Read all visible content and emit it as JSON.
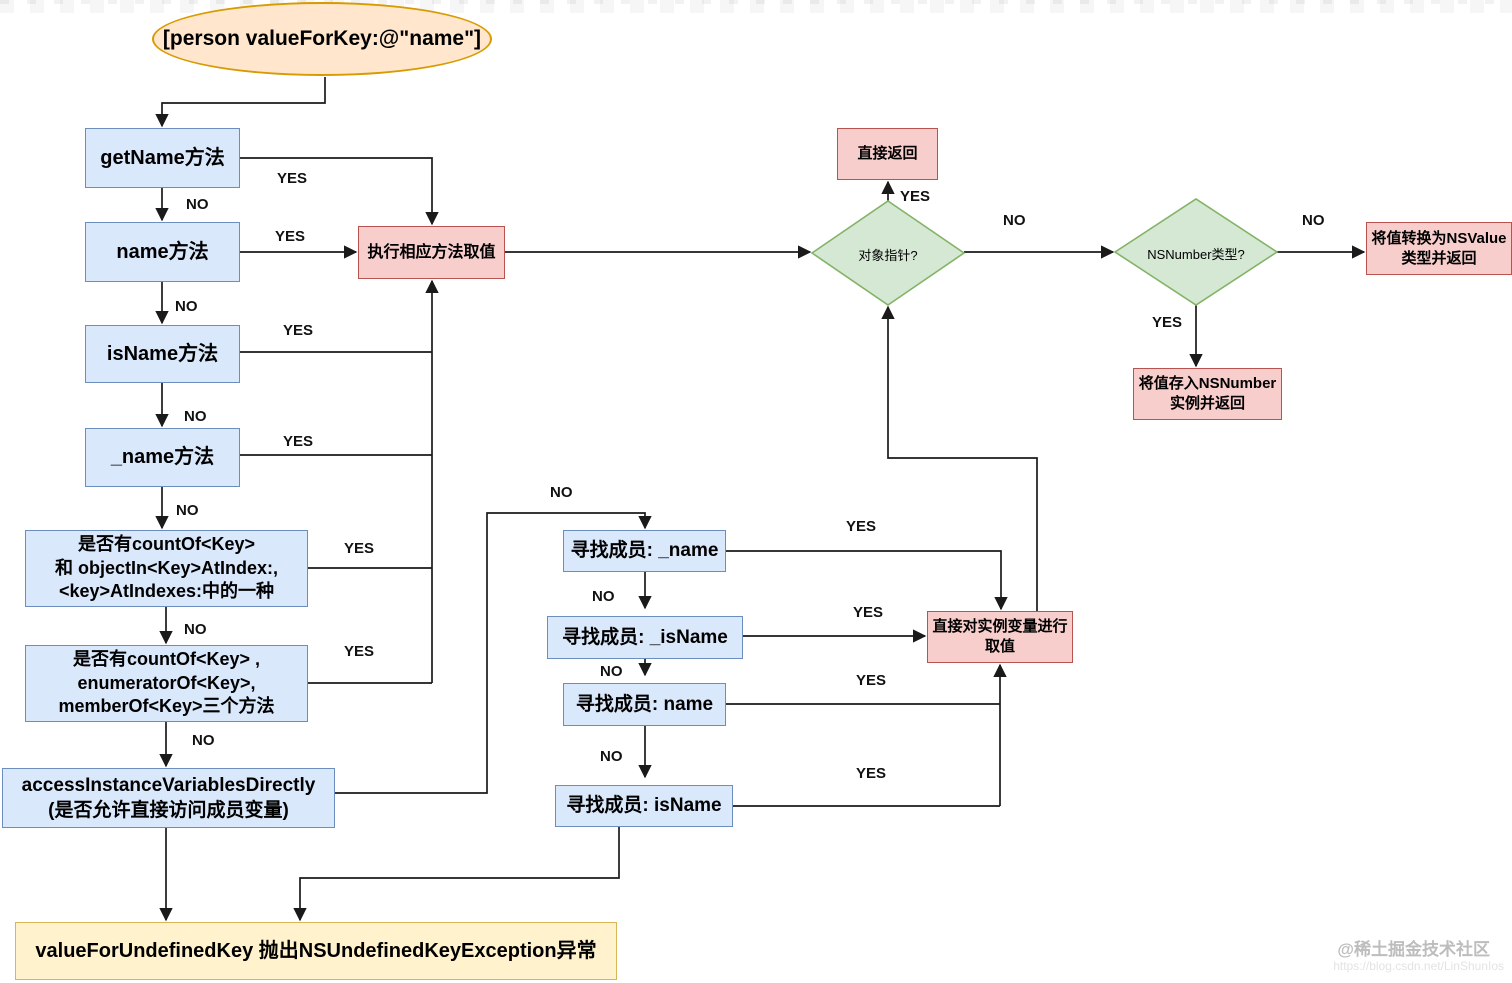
{
  "labels": {
    "yes": "YES",
    "no": "NO"
  },
  "nodes": {
    "start": {
      "text": "[person valueForKey:@\"name\"]"
    },
    "get_name": {
      "text": "getName方法"
    },
    "name_method": {
      "text": "name方法"
    },
    "is_name": {
      "text": "isName方法"
    },
    "underscore_name": {
      "text": "_name方法"
    },
    "count_of_1": {
      "text": "是否有countOf<Key>\n和 objectIn<Key>AtIndex:,\n<key>AtIndexes:中的一种"
    },
    "count_of_2": {
      "text": "是否有countOf<Key> ,\nenumeratorOf<Key>,\nmemberOf<Key>三个方法"
    },
    "access_ivar": {
      "text": "accessInstanceVariablesDirectly\n(是否允许直接访问成员变量)"
    },
    "exec_method": {
      "text": "执行相应方法取值"
    },
    "direct_return": {
      "text": "直接返回"
    },
    "object_pointer": {
      "text": "对象指针?"
    },
    "nsnumber_type": {
      "text": "NSNumber类型?"
    },
    "to_nsvalue": {
      "text": "将值转换为NSValue\n类型并返回"
    },
    "to_nsnumber": {
      "text": "将值存入NSNumber\n实例并返回"
    },
    "find_uname": {
      "text": "寻找成员: _name"
    },
    "find_uisname": {
      "text": "寻找成员: _isName"
    },
    "find_name": {
      "text": "寻找成员: name"
    },
    "find_isname": {
      "text": "寻找成员: isName"
    },
    "direct_ivar": {
      "text": "直接对实例变量进行\n取值"
    },
    "undefined_key": {
      "text": "valueForUndefinedKey 抛出NSUndefinedKeyException异常"
    }
  },
  "watermark": {
    "text": "@稀土掘金技术社区",
    "url": "https://blog.csdn.net/LinShunIos"
  },
  "colors": {
    "process_fill": "#DAE8FC",
    "process_border": "#6C8EBF",
    "result_fill": "#F8CECC",
    "result_border": "#B85450",
    "decision_fill": "#D5E8D4",
    "decision_border": "#82B366",
    "start_fill": "#FFE6CC",
    "start_border": "#D79B00",
    "exception_fill": "#FFF2CC",
    "exception_border": "#D6B656",
    "wire": "#1a1a1a"
  }
}
